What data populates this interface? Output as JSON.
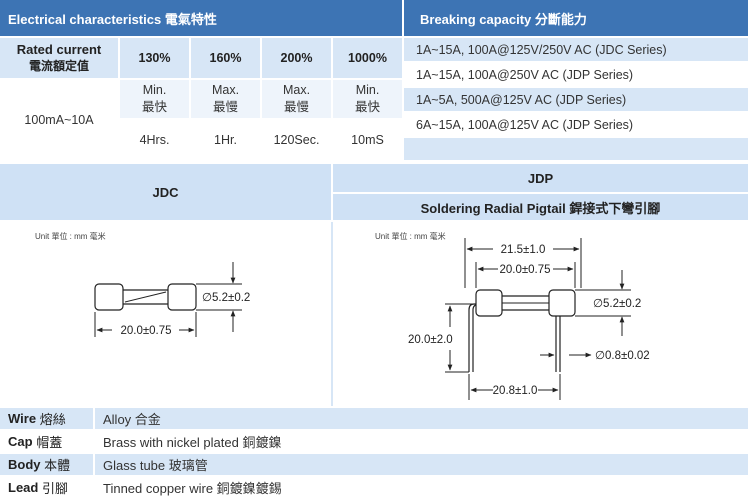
{
  "electrical": {
    "title": "Electrical characteristics 電氣特性",
    "rated_label_en": "Rated current",
    "rated_label_zh": "電流額定值",
    "rated_value": "100mA~10A",
    "columns": [
      {
        "pct": "130%",
        "type_en": "Min.",
        "type_zh": "最快",
        "time": "4Hrs."
      },
      {
        "pct": "160%",
        "type_en": "Max.",
        "type_zh": "最慢",
        "time": "1Hr."
      },
      {
        "pct": "200%",
        "type_en": "Max.",
        "type_zh": "最慢",
        "time": "120Sec."
      },
      {
        "pct": "1000%",
        "type_en": "Min.",
        "type_zh": "最快",
        "time": "10mS"
      }
    ]
  },
  "breaking": {
    "title": "Breaking capacity 分斷能力",
    "lines": [
      "1A~15A, 100A@125V/250V AC (JDC Series)",
      "1A~15A, 100A@250V AC (JDP Series)",
      "1A~5A, 500A@125V AC (JDP Series)",
      "6A~15A, 100A@125V AC (JDP Series)"
    ]
  },
  "jdc": {
    "title": "JDC",
    "unit": "Unit 單位 : mm 毫米",
    "dim_diameter": "∅5.2±0.2",
    "dim_length": "20.0±0.75"
  },
  "jdp": {
    "title": "JDP",
    "subtitle": "Soldering Radial Pigtail 銲接式下彎引腳",
    "unit": "Unit 單位 : mm 毫米",
    "dim_overall": "21.5±1.0",
    "dim_body": "20.0±0.75",
    "dim_diameter": "∅5.2±0.2",
    "dim_lead_height": "20.0±2.0",
    "dim_lead_dia": "∅0.8±0.02",
    "dim_pitch": "20.8±1.0"
  },
  "materials": [
    {
      "label_en": "Wire",
      "label_zh": "熔絲",
      "value": "Alloy 合金"
    },
    {
      "label_en": "Cap",
      "label_zh": "帽蓋",
      "value": "Brass with nickel plated 銅鍍鎳"
    },
    {
      "label_en": "Body",
      "label_zh": "本體",
      "value": "Glass tube 玻璃管"
    },
    {
      "label_en": "Lead",
      "label_zh": "引腳",
      "value": "Tinned copper wire 銅鍍鎳鍍錫"
    }
  ]
}
